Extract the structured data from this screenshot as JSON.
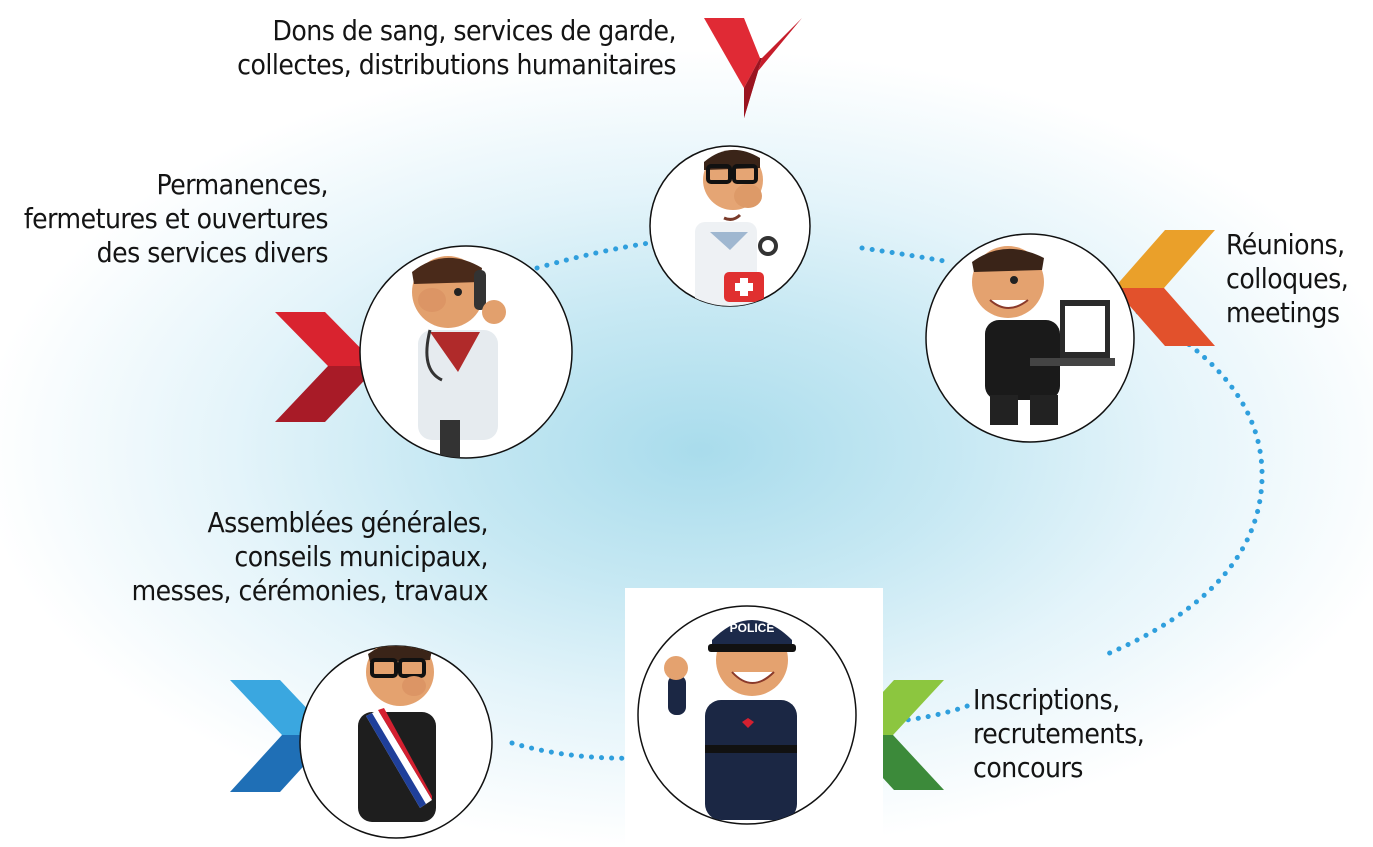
{
  "nodes": [
    {
      "id": "medecin",
      "lines": [
        "Dons de sang, services de garde,",
        "collectes, distributions humanitaires"
      ],
      "color": "#d42030",
      "icon": "doctor-with-first-aid-kit-icon"
    },
    {
      "id": "permanences",
      "lines": [
        "Permanences,",
        "fermetures et ouvertures",
        "des services divers"
      ],
      "color": "#c8202e",
      "icon": "doctor-on-phone-icon"
    },
    {
      "id": "reunions",
      "lines": [
        "Réunions,",
        "colloques,",
        "meetings"
      ],
      "color": "#e89a22",
      "color2": "#e0502a",
      "icon": "businessman-with-laptop-icon"
    },
    {
      "id": "assemblees",
      "lines": [
        "Assemblées générales,",
        "conseils municipaux,",
        "messes, cérémonies, travaux"
      ],
      "color": "#2a93d5",
      "icon": "mayor-with-sash-icon"
    },
    {
      "id": "inscriptions",
      "lines": [
        "Inscriptions,",
        "recrutements,",
        "concours"
      ],
      "color": "#5aa83a",
      "icon": "police-officer-icon"
    }
  ],
  "police_cap_text": "POLICE",
  "dots_color": "#2f9fdd"
}
